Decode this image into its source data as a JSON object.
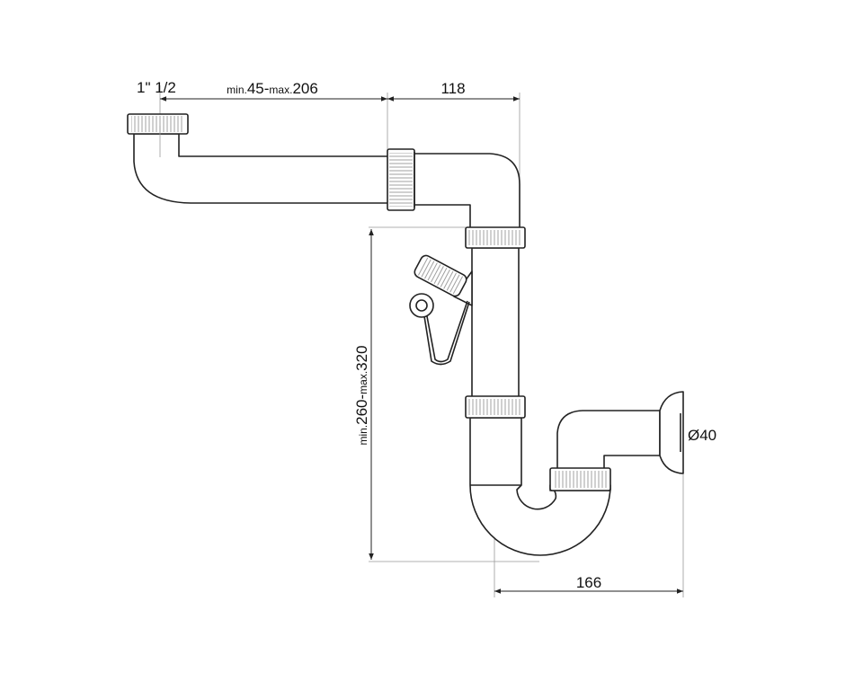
{
  "dimensions": {
    "thread_size": "1\" 1/2",
    "horizontal_min_prefix": "min.",
    "horizontal_min_value": "45-",
    "horizontal_max_prefix": "max.",
    "horizontal_max_value": "206",
    "elbow_width": "118",
    "height_min_prefix": "min.",
    "height_min_value": "260-",
    "height_max_prefix": "max.",
    "height_max_value": "320",
    "outlet_width": "166",
    "outlet_diameter": "Ø40"
  }
}
